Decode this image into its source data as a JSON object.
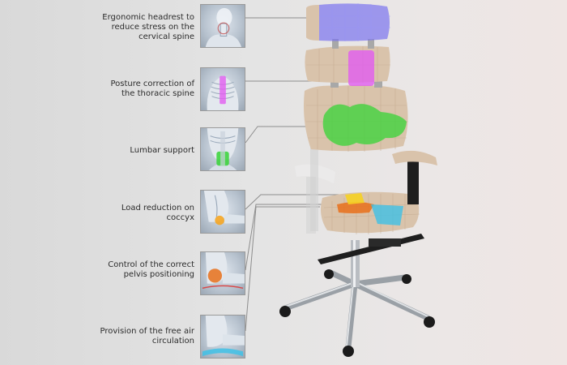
{
  "features": [
    {
      "id": "headrest",
      "label": "Ergonomic headrest to reduce stress on the cervical spine",
      "highlight": "#7b73f0",
      "icon": "neck-xray-icon"
    },
    {
      "id": "thoracic",
      "label": "Posture correction of the thoracic spine",
      "highlight": "#e15cf0",
      "icon": "thoracic-spine-xray-icon"
    },
    {
      "id": "lumbar",
      "label": "Lumbar support",
      "highlight": "#36d436",
      "icon": "lumbar-spine-xray-icon"
    },
    {
      "id": "coccyx",
      "label": "Load reduction on coccyx",
      "highlight": "#f5a623",
      "icon": "coccyx-xray-icon"
    },
    {
      "id": "pelvis",
      "label": "Control of the correct pelvis positioning",
      "highlight": "#e8701a",
      "icon": "pelvis-xray-icon"
    },
    {
      "id": "air",
      "label": "Provision of the free air circulation",
      "highlight": "#3fc1e6",
      "icon": "air-circulation-xray-icon"
    }
  ],
  "colors": {
    "seat_fabric": "#d9c3ab",
    "frame": "#1e1e1e",
    "chrome": "#b9bdc2"
  }
}
